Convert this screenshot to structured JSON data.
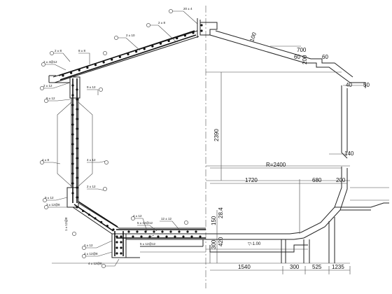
{
  "dimensions": {
    "d100": "100",
    "d700": "700",
    "d60a": "60",
    "d60b": "60",
    "d200_top": "200",
    "d40": "40",
    "d50": "50",
    "d2390": "2390",
    "d140": "140",
    "radius": "R=2400",
    "d1720": "1720",
    "d680": "680",
    "d200_mid": "200",
    "d150": "150",
    "d28_4": "28.4",
    "d300_left": "300",
    "d420": "420",
    "level": "▽-1.00",
    "d1540": "1540",
    "d300_bot": "300",
    "d525": "525",
    "d1235": "1235"
  },
  "rebar_tags": [
    "20 ± 4",
    "2 ± 8",
    "2 ± 10",
    "2 ± 8",
    "8 ± 8",
    "2 ± 4@12",
    "2 ± 12",
    "9 ± 12",
    "9 ± 12",
    "4 ± 8",
    "4 ± 12",
    "2 ± 12",
    "9 ± 12",
    "3 ± 12@8",
    "4 ± 12",
    "5 ± 12@12",
    "12 ± 12",
    "5 ± 12@12",
    "2 ± 12",
    "4 ± 12@8",
    "4 ± 12@8",
    "1 ± 12@8"
  ]
}
